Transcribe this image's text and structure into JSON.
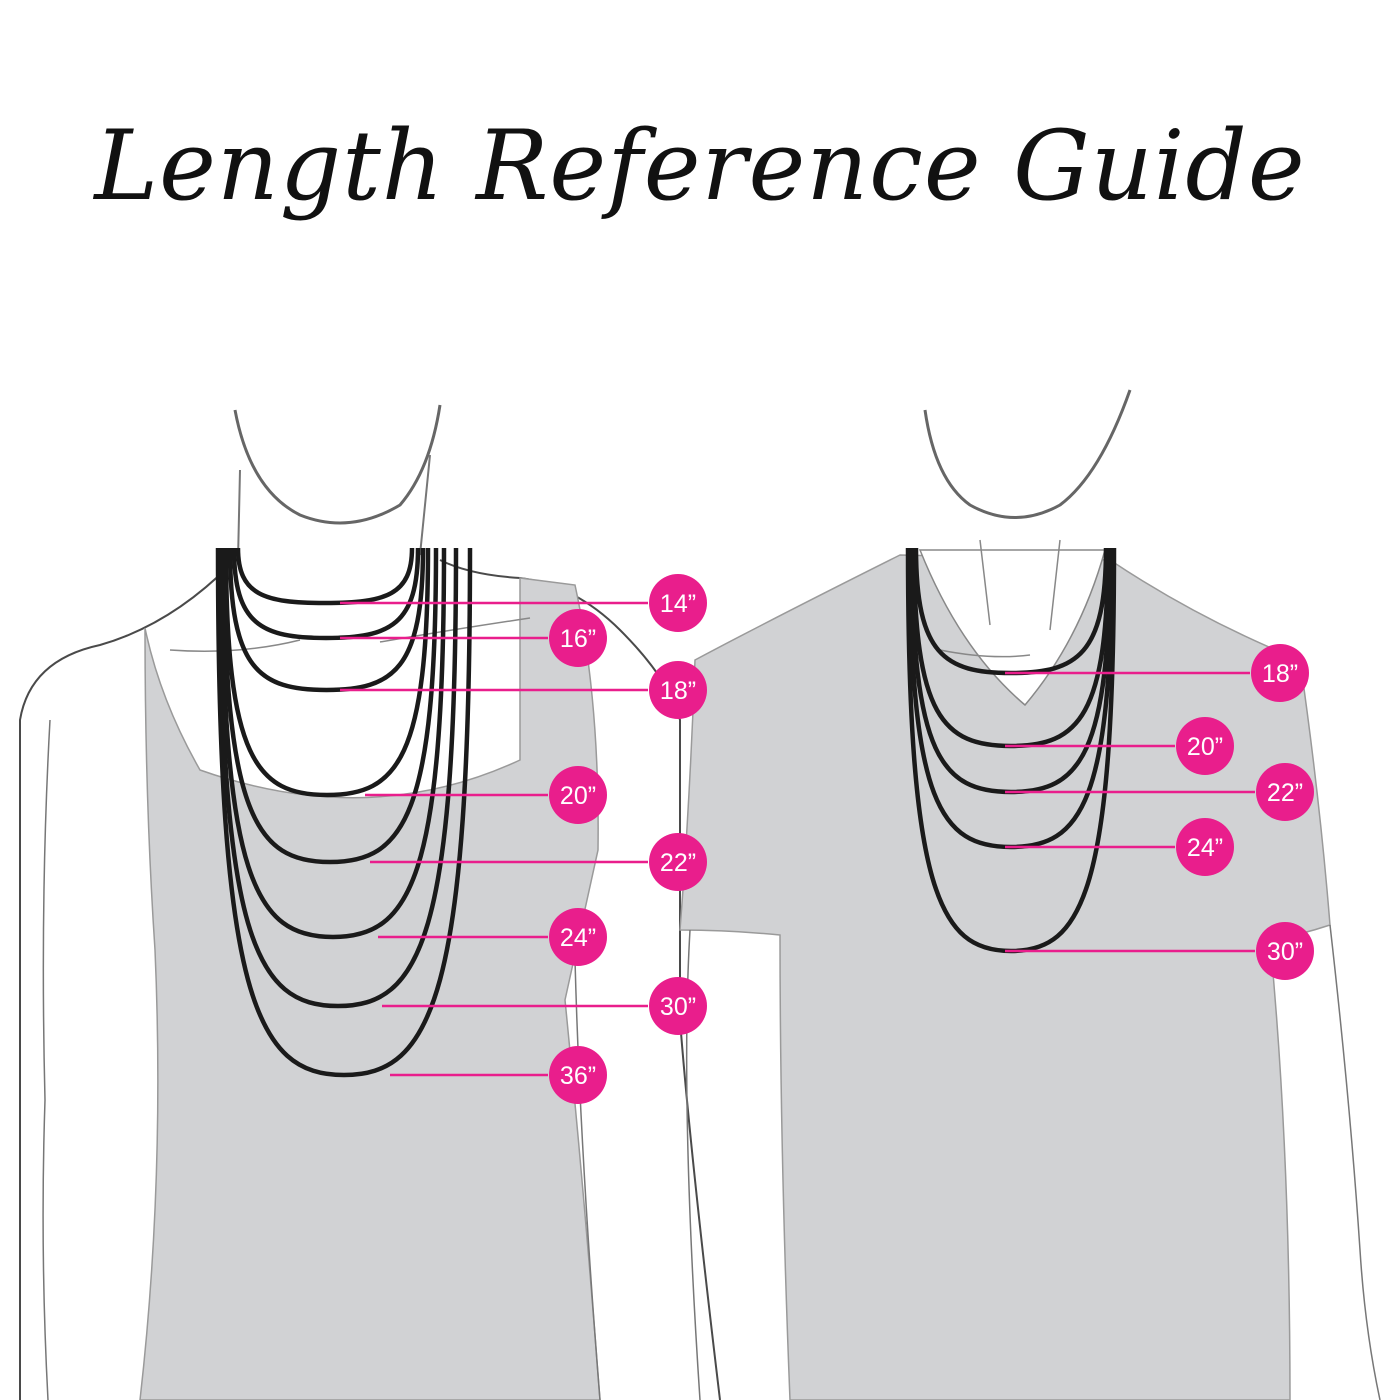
{
  "title": "Length Reference Guide",
  "colors": {
    "accent": "#e91e8c",
    "chain": "#1a1a1a",
    "garment": "#d1d2d4",
    "outline": "#4a4a4a"
  },
  "women": {
    "labels": [
      "14”",
      "16”",
      "18”",
      "20”",
      "22”",
      "24”",
      "30”",
      "36”"
    ]
  },
  "men": {
    "labels": [
      "18”",
      "20”",
      "22”",
      "24”",
      "30”"
    ]
  }
}
